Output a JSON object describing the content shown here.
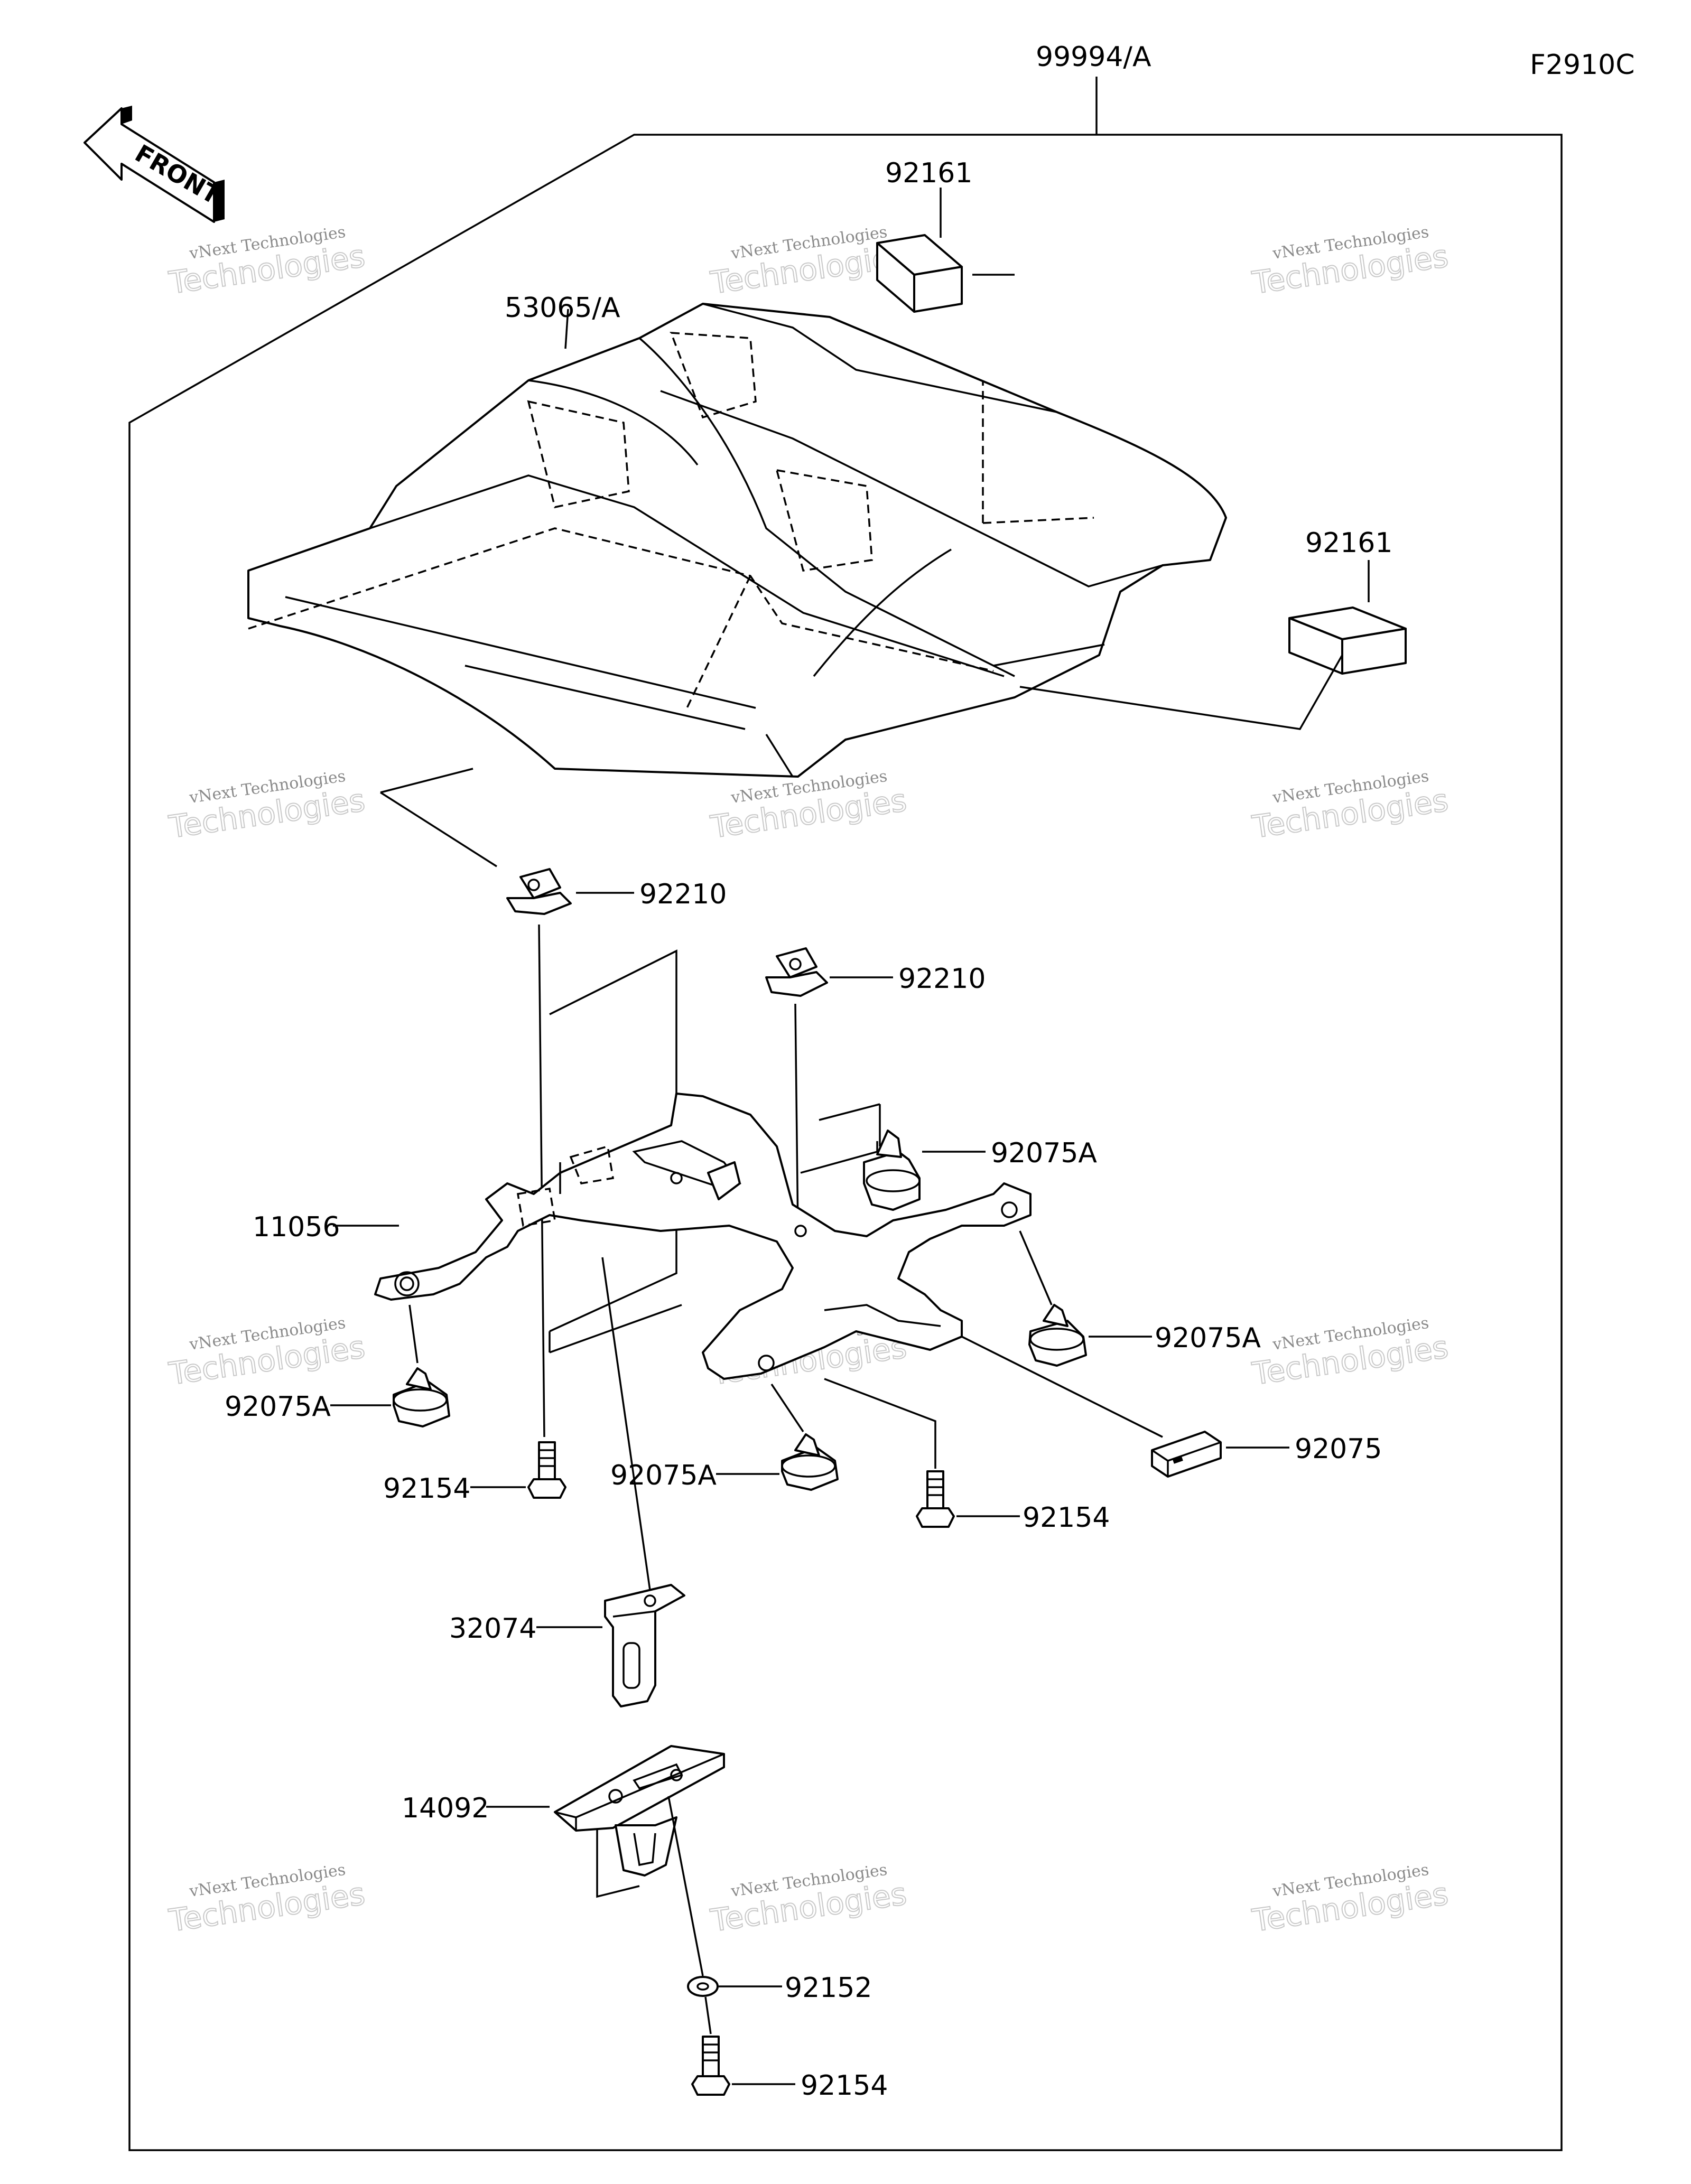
{
  "figure_code": "F2910C",
  "front_arrow_label": "FRONT",
  "watermark": {
    "line1": "vNext Technologies",
    "line2": "Technologies",
    "overlay": "vNext"
  },
  "labels": {
    "kit": "99994/A",
    "cowl": "53065/A",
    "pad_top": "92161",
    "pad_right": "92161",
    "nut_left": "92210",
    "nut_right": "92210",
    "damper_top": "92075A",
    "damper_right": "92075A",
    "damper_left": "92075A",
    "damper_center": "92075A",
    "bracket": "11056",
    "clip": "92075",
    "bolt_left": "92154",
    "bolt_right": "92154",
    "stay": "32074",
    "holder": "14092",
    "washer": "92152",
    "bolt_bottom": "92154"
  }
}
